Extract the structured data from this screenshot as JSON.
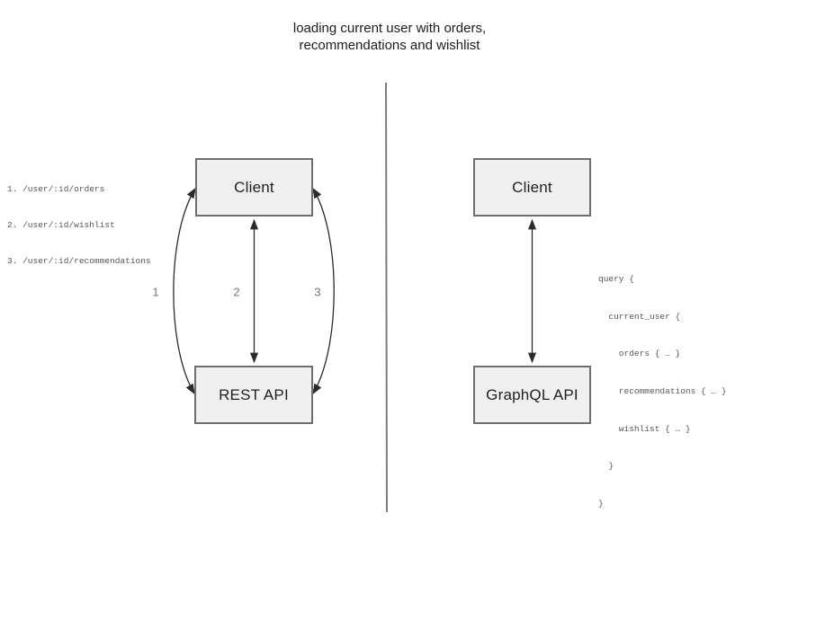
{
  "title": {
    "line1": "loading current user with orders,",
    "line2": "recommendations and wishlist"
  },
  "rest_diagram": {
    "client_label": "Client",
    "api_label": "REST API",
    "endpoints": [
      "1. /user/:id/orders",
      "2. /user/:id/wishlist",
      "3. /user/:id/recommendations"
    ],
    "arrow_labels": [
      "1",
      "2",
      "3"
    ]
  },
  "graphql_diagram": {
    "client_label": "Client",
    "api_label": "GraphQL API",
    "query_lines": [
      "query {",
      "  current_user {",
      "    orders { … }",
      "    recommendations { … }",
      "    wishlist { … }",
      "  }",
      "}"
    ]
  },
  "colors": {
    "box_fill": "#f0f0f0",
    "box_border": "#6e6e6e",
    "arrow": "#2b2b2b",
    "divider": "#7d7d7d",
    "code_text": "#565656",
    "arrow_label_text": "#767676",
    "title_text": "#1c1c1c"
  }
}
